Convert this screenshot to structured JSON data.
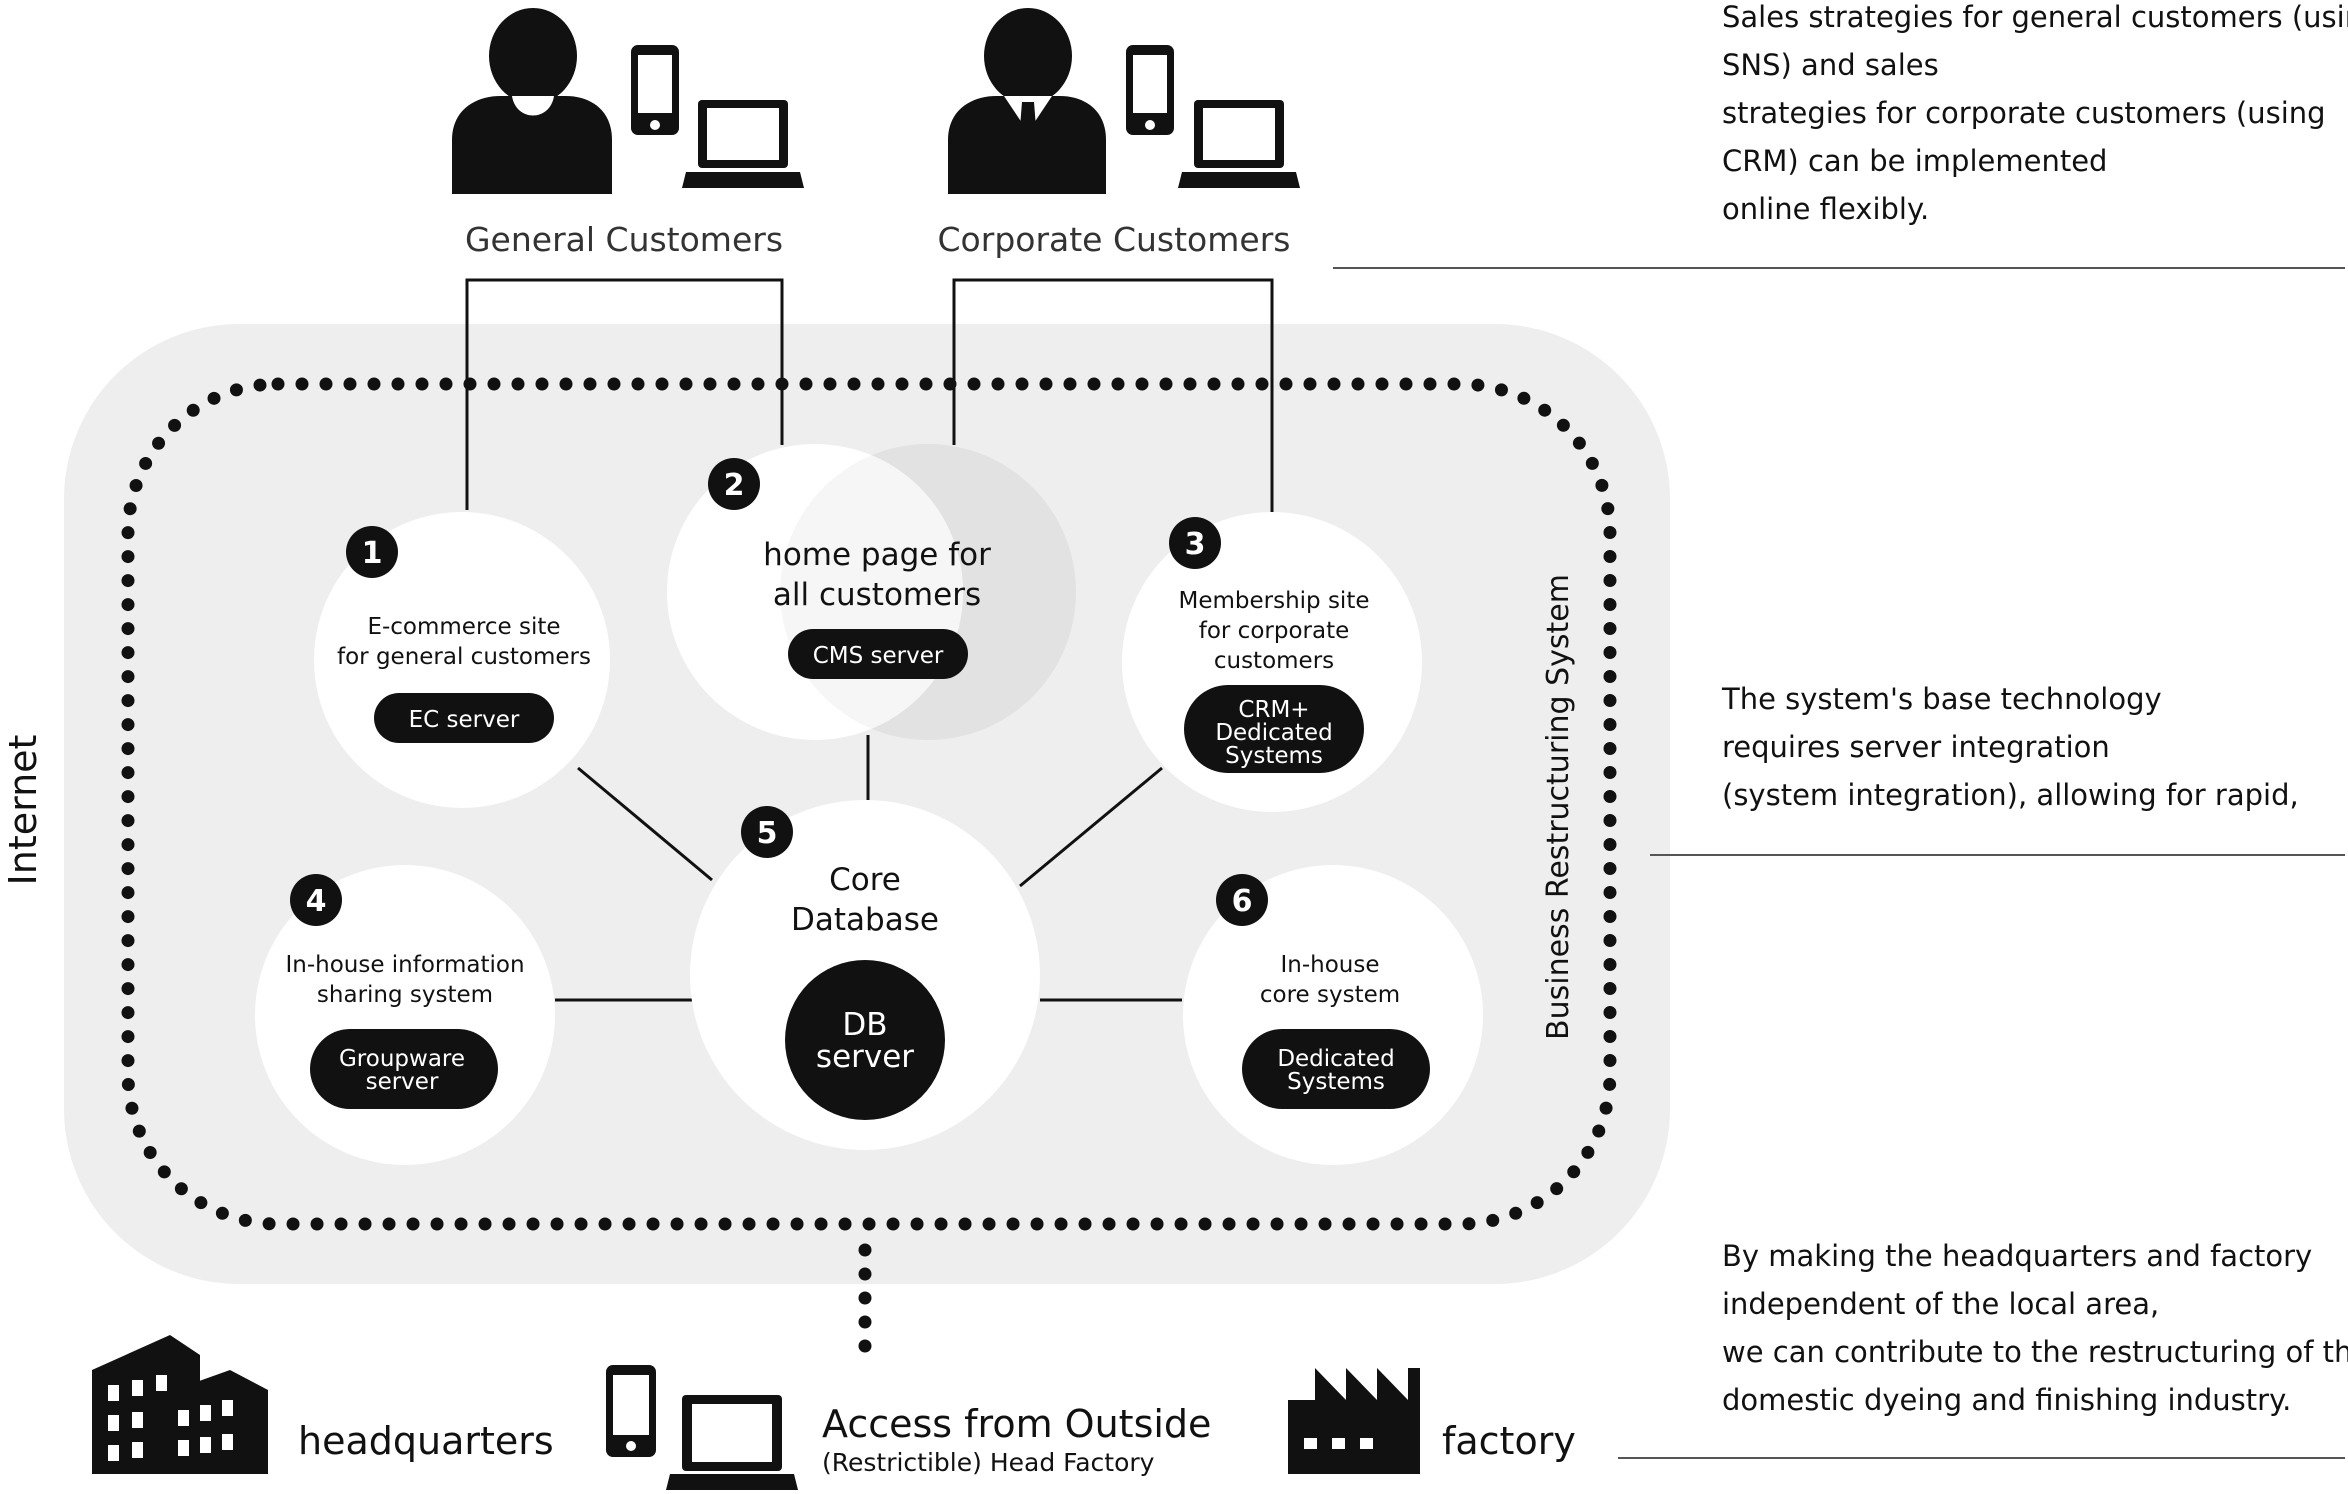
{
  "customers": {
    "general": "General Customers",
    "corporate": "Corporate Customers"
  },
  "labels": {
    "internet": "Internet",
    "business_system": "Business Restructuring System"
  },
  "nodes": {
    "n1": {
      "badge": "1",
      "line1": "E-commerce site",
      "line2": "for general customers",
      "server": "EC server"
    },
    "n2": {
      "badge": "2",
      "line1": "home page for",
      "line2": "all customers",
      "server": "CMS server"
    },
    "n3": {
      "badge": "3",
      "line1": "Membership site",
      "line2": "for corporate",
      "line3": "customers",
      "server1": "CRM+",
      "server2": "Dedicated",
      "server3": "Systems"
    },
    "n4": {
      "badge": "4",
      "line1": "In-house information",
      "line2": "sharing system",
      "server1": "Groupware",
      "server2": "server"
    },
    "n5": {
      "badge": "5",
      "line1": "Core",
      "line2": "Database",
      "server1": "DB",
      "server2": "server"
    },
    "n6": {
      "badge": "6",
      "line1": "In-house",
      "line2": "core system",
      "server1": "Dedicated",
      "server2": "Systems"
    }
  },
  "bottom": {
    "headquarters": "headquarters",
    "access": "Access from Outside",
    "access_sub": "(Restrictible) Head Factory",
    "factory": "factory"
  },
  "side_text": {
    "block1": [
      "Sales strategies for general customers (using",
      "SNS) and sales",
      "strategies for corporate customers (using",
      "CRM) can be implemented",
      "online flexibly."
    ],
    "block2": [
      "The system's base technology",
      "requires server integration",
      "(system integration), allowing for rapid,"
    ],
    "block3": [
      "By making the headquarters and factory",
      "independent of the local area,",
      "we can contribute to the restructuring of the",
      "domestic dyeing and finishing industry."
    ]
  },
  "colors": {
    "background_panel": "#eeeeee",
    "ink": "#111111",
    "overlap": "#e2e2e2"
  }
}
